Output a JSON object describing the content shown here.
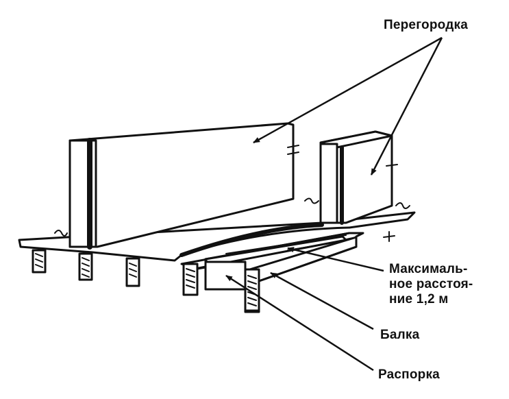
{
  "labels": {
    "partition": "Перегородка",
    "max_distance": "Максималь-\nное расстоя-\nние 1,2 м",
    "beam": "Балка",
    "strut": "Распорка"
  },
  "colors": {
    "ink": "#111111",
    "paper": "#ffffff"
  }
}
